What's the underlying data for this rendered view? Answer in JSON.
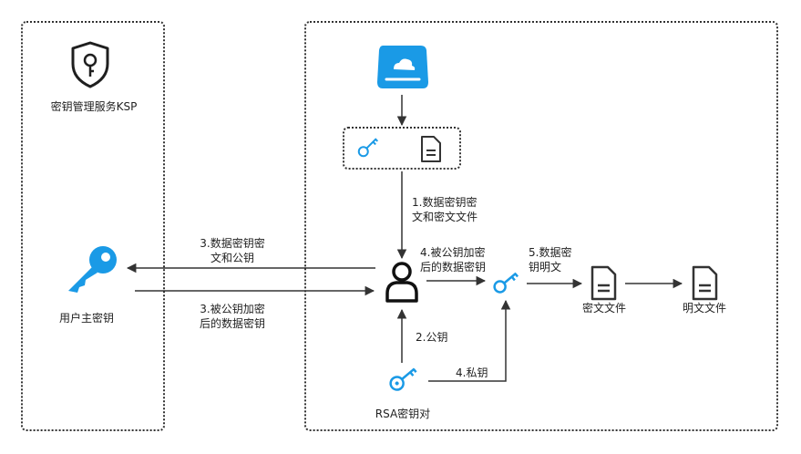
{
  "ksp": {
    "title": "密钥管理服务KSP"
  },
  "user_master_key": {
    "label": "用户主密钥"
  },
  "rsa_pair": {
    "label": "RSA密钥对"
  },
  "files": {
    "cipher_file": "密文文件",
    "plain_file": "明文文件"
  },
  "steps": {
    "s1": "1.数据密钥密\n文和密文文件",
    "s2": "2.公钥",
    "s3a": "3.数据密钥密\n文和公钥",
    "s3b": "3.被公钥加密\n后的数据密钥",
    "s4a": "4.被公钥加密\n后的数据密钥",
    "s4b": "4.私钥",
    "s5": "5.数据密\n钥明文"
  },
  "colors": {
    "accent": "#1a9ae6",
    "line": "#333333",
    "icon_dark": "#1f1f1f"
  }
}
